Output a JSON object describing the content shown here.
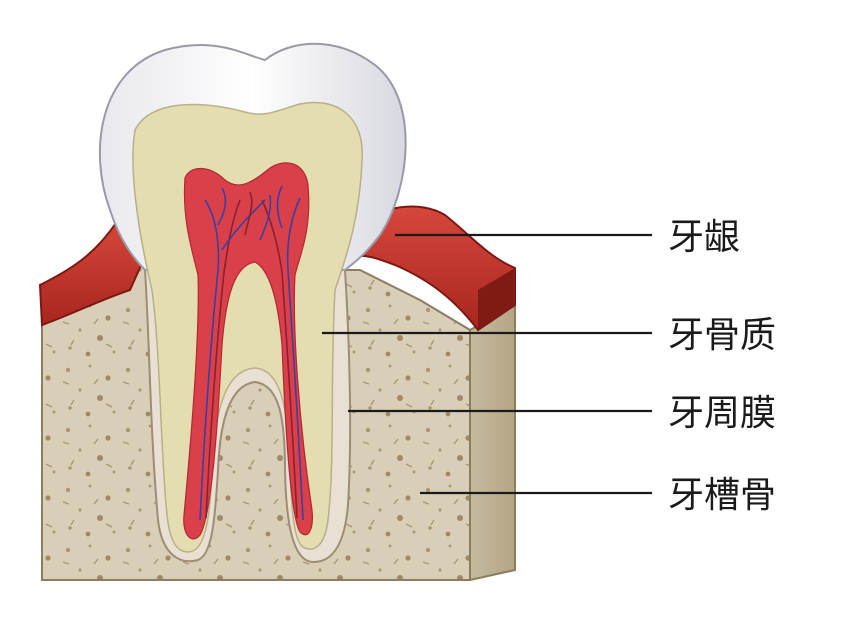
{
  "labels": [
    "牙龈",
    "牙骨质",
    "牙周膜",
    "牙槽骨"
  ],
  "colors": {
    "gum": "#c9342a",
    "gum_dark": "#8f1d18",
    "bone": "#d9cfb8",
    "bone_dark": "#bfb296",
    "enamel": "#f4f4f6",
    "dentin": "#e3ddb0",
    "cementum": "#d8d3b4",
    "pulp": "#d9404a",
    "vessel": "#3b3fa0",
    "leader": "#1a1a1a"
  }
}
